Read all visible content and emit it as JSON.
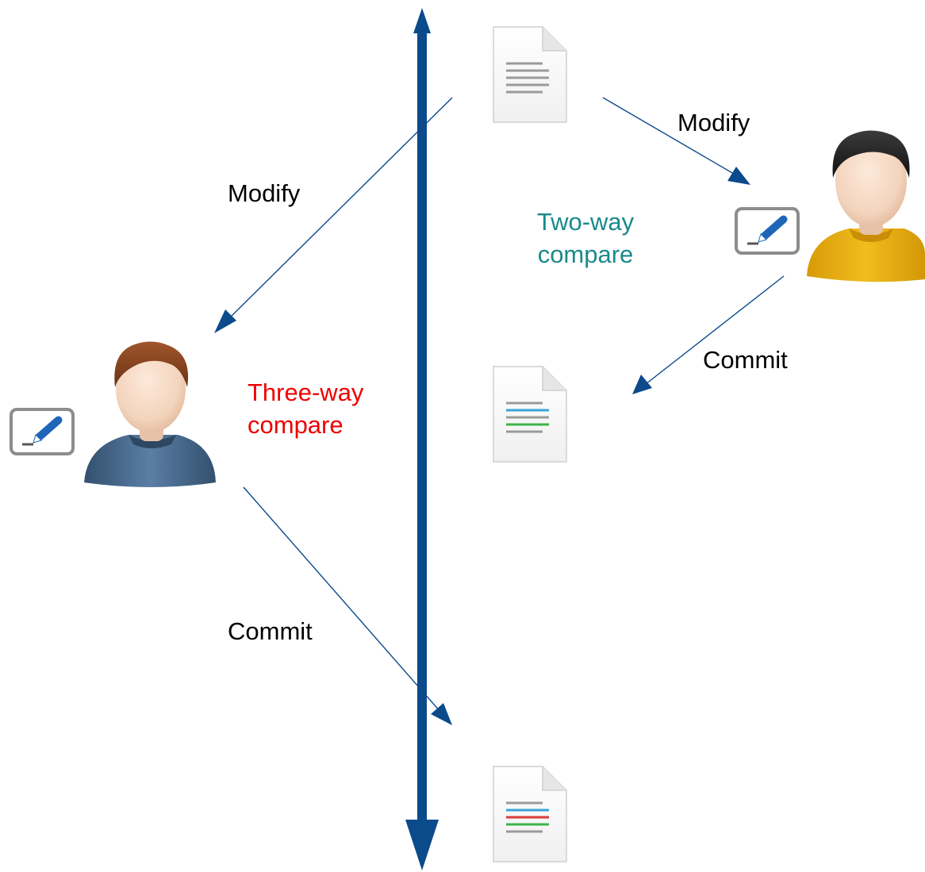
{
  "labels": {
    "modify_left": "Modify",
    "modify_right": "Modify",
    "commit_right": "Commit",
    "commit_left": "Commit",
    "two_way_line1": "Two-way",
    "two_way_line2": "compare",
    "three_way_line1": "Three-way",
    "three_way_line2": "compare"
  },
  "icons": {
    "document": "document-icon",
    "user": "user-icon",
    "edit": "pencil-edit-icon"
  },
  "colors": {
    "timeline": "#0b4a8b",
    "arrow": "#0b4a8b",
    "text": "#000000",
    "two_way": "#1a8a8a",
    "three_way": "#ee0000",
    "user_right_shirt": "#e8b31a",
    "user_left_shirt": "#44617f",
    "doc_line_gray": "#9a9a9a",
    "doc_line_blue": "#3aa3d6",
    "doc_line_green": "#3fb24a",
    "doc_line_red": "#d83a3a"
  }
}
